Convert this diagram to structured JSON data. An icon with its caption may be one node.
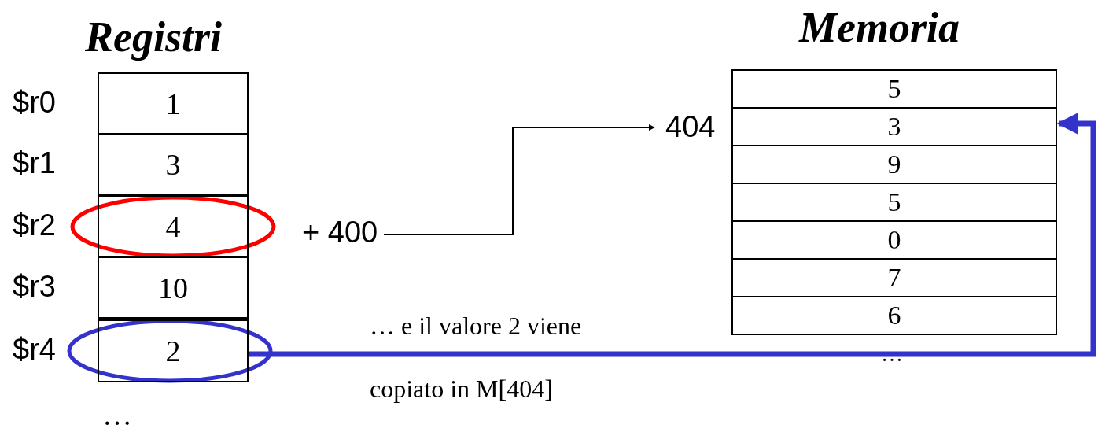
{
  "diagram": {
    "nodes": [
      {
        "text": [
          "1"
        ],
        "beside": [
          "$r0"
        ]
      },
      {
        "text": [
          "3"
        ],
        "beside": [
          "$r1"
        ]
      },
      {
        "text": [
          "4"
        ],
        "beside": [
          "$r2"
        ]
      },
      {
        "text": [
          "10"
        ],
        "beside": [
          "$r3"
        ]
      },
      {
        "text": [
          "2"
        ],
        "beside": [
          "$r4"
        ]
      },
      {
        "text": [
          "+ 400"
        ]
      },
      {
        "text": [
          "404"
        ]
      },
      {
        "text": [
          "5"
        ]
      },
      {
        "text": [
          "3"
        ]
      },
      {
        "text": [
          "9"
        ]
      },
      {
        "text": [
          "5"
        ]
      },
      {
        "text": [
          "0"
        ]
      },
      {
        "text": [
          "7"
        ]
      },
      {
        "text": [
          "6"
        ]
      }
    ],
    "edges": [
      {
        "from": 5,
        "to": 6,
        "arrow": "to"
      },
      {
        "from": 4,
        "to": 8,
        "arrow": "to",
        "style": "thick",
        "color": "#3333cc"
      }
    ],
    "labels": [
      "Registri",
      "Memoria",
      "… e il valore 2 viene",
      "copiato in M[404]",
      "…",
      "…"
    ]
  }
}
